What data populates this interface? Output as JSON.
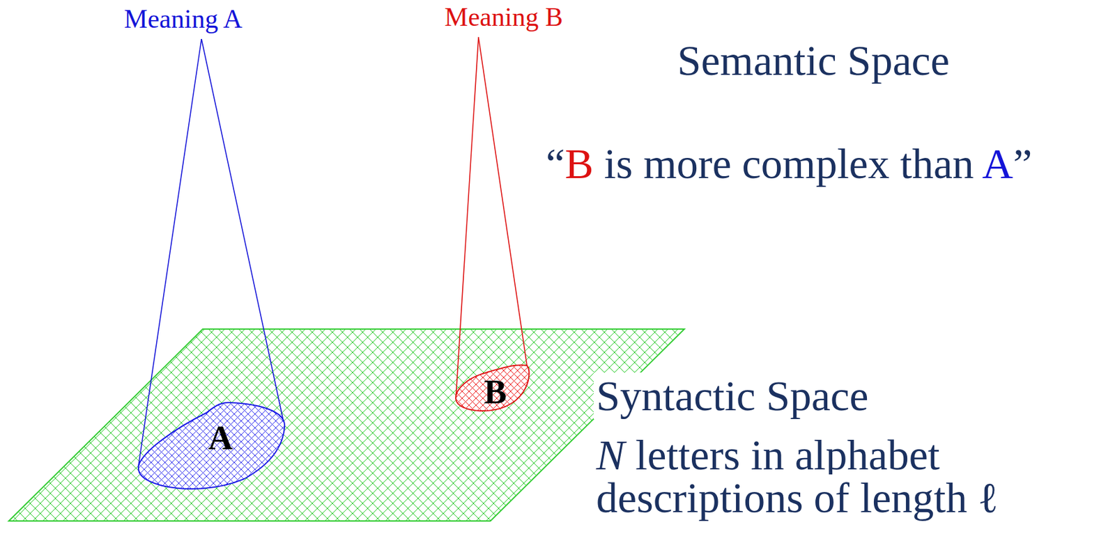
{
  "diagram": {
    "nodes": [
      {
        "text": [
          "A"
        ]
      },
      {
        "text": [
          "B"
        ]
      }
    ],
    "labels": [
      "Meaning A",
      "Meaning B",
      "Semantic Space",
      "“B is more complex than A”",
      "Syntactic Space",
      "N letters in alphabet",
      "descriptions of length ℓ"
    ]
  }
}
